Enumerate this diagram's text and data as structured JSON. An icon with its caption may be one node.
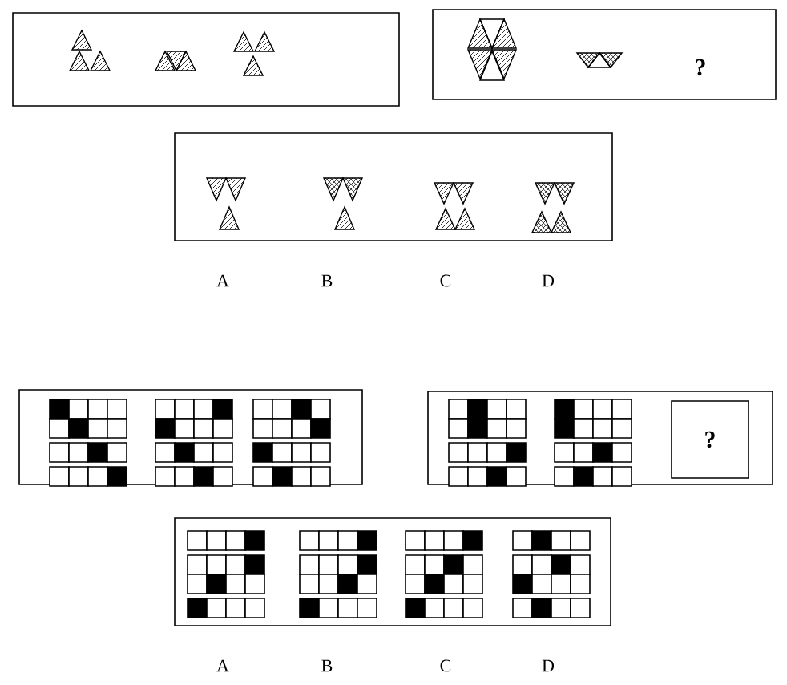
{
  "diagram": {
    "labels": [
      "?",
      "A",
      "B",
      "C",
      "D",
      "?",
      "A",
      "B",
      "C",
      "D"
    ]
  }
}
